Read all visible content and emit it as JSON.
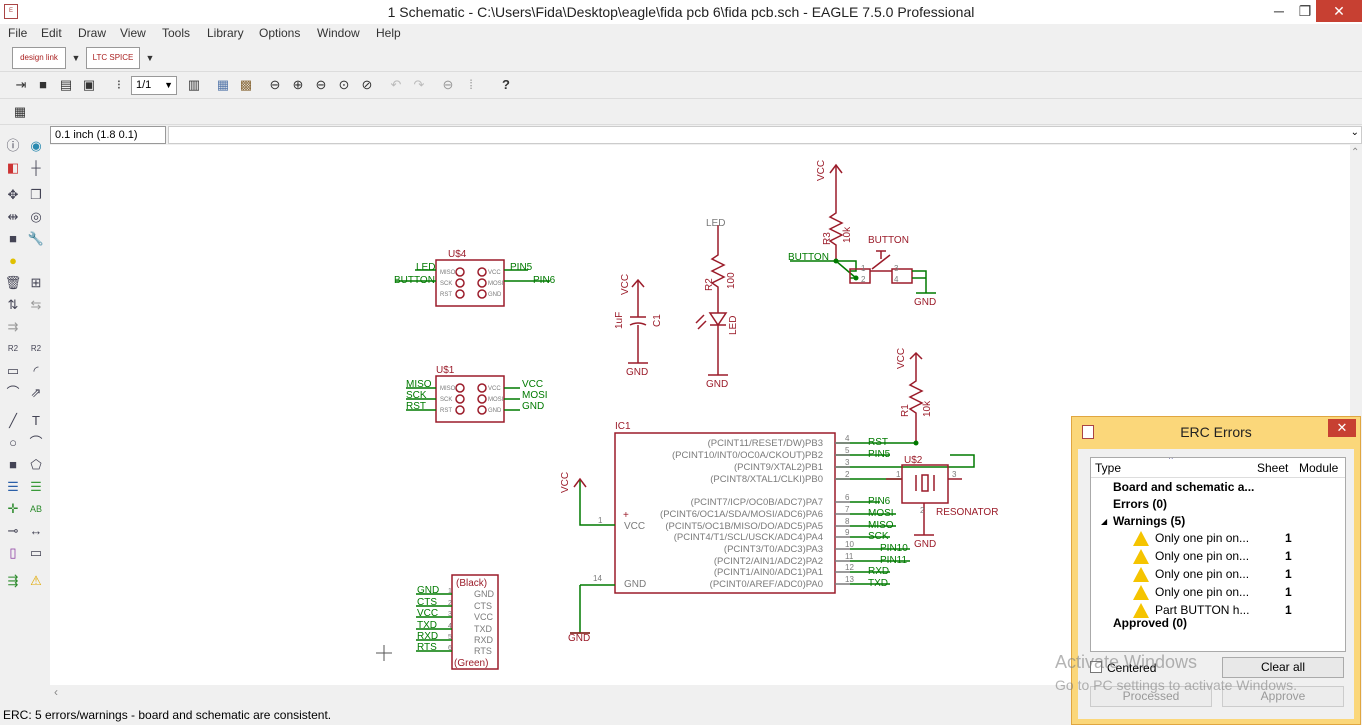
{
  "window": {
    "title": "1 Schematic - C:\\Users\\Fida\\Desktop\\eagle\\fida pcb 6\\fida pcb.sch - EAGLE 7.5.0 Professional",
    "minimize": "─",
    "maximize": "❐",
    "close": "✕"
  },
  "menu": [
    "File",
    "Edit",
    "Draw",
    "View",
    "Tools",
    "Library",
    "Options",
    "Window",
    "Help"
  ],
  "toolbar": {
    "designlink_label": "design link",
    "ltspice_label": "LTC SPICE",
    "zoom_value": "1/1"
  },
  "coord_display": "0.1 inch (1.8 0.1)",
  "status_text": "ERC: 5 errors/warnings - board and schematic are consistent.",
  "schematic": {
    "u4": {
      "name": "U$4",
      "pins_left": [
        "LED",
        "BUTTON"
      ],
      "pins_right": [
        "PIN5",
        "PIN6"
      ],
      "inner_left": [
        "MISO",
        "SCK",
        "RST"
      ],
      "inner_right": [
        "VCC",
        "MOSI",
        "GND"
      ]
    },
    "u1": {
      "name": "U$1",
      "pins_left": [
        "MISO",
        "SCK",
        "RST"
      ],
      "pins_right": [
        "VCC",
        "MOSI",
        "GND"
      ],
      "inner_left": [
        "MISO",
        "SCK",
        "RST"
      ],
      "inner_right": [
        "VCC",
        "MOSI",
        "GND"
      ]
    },
    "cap": {
      "vcc": "VCC",
      "value": "1uF",
      "name": "C1",
      "gnd": "GND"
    },
    "led": {
      "top": "LED",
      "r_name": "R2",
      "r_value": "100",
      "name": "LED",
      "gnd": "GND"
    },
    "button": {
      "vcc": "VCC",
      "r_name": "R3",
      "r_value": "10k",
      "net": "BUTTON",
      "label": "BUTTON",
      "gnd": "GND",
      "pins": [
        "1",
        "2",
        "3",
        "4"
      ]
    },
    "res": {
      "vcc": "VCC",
      "r_name": "R1",
      "r_value": "10k"
    },
    "resonator": {
      "name": "U$2",
      "label": "RESONATOR",
      "gnd": "GND",
      "pins": [
        "1",
        "2",
        "3"
      ]
    },
    "ic": {
      "name": "IC1",
      "vcc": "VCC",
      "gnd": "GND",
      "vcc_pin": "1",
      "gnd_pin": "14",
      "vcc_label": "VCC",
      "gnd_label": "GND",
      "plus": "+",
      "pins": [
        {
          "label": "(PCINT11/RESET/DW)PB3",
          "num": "4",
          "net": "RST"
        },
        {
          "label": "(PCINT10/INT0/OC0A/CKOUT)PB2",
          "num": "5",
          "net": "PIN5"
        },
        {
          "label": "(PCINT9/XTAL2)PB1",
          "num": "3",
          "net": ""
        },
        {
          "label": "(PCINT8/XTAL1/CLKI)PB0",
          "num": "2",
          "net": ""
        },
        {
          "label": "(PCINT7/ICP/OC0B/ADC7)PA7",
          "num": "6",
          "net": "PIN6"
        },
        {
          "label": "(PCINT6/OC1A/SDA/MOSI/ADC6)PA6",
          "num": "7",
          "net": "MOSI"
        },
        {
          "label": "(PCINT5/OC1B/MISO/DO/ADC5)PA5",
          "num": "8",
          "net": "MISO"
        },
        {
          "label": "(PCINT4/T1/SCL/USCK/ADC4)PA4",
          "num": "9",
          "net": "SCK"
        },
        {
          "label": "(PCINT3/T0/ADC3)PA3",
          "num": "10",
          "net": "PIN10"
        },
        {
          "label": "(PCINT2/AIN1/ADC2)PA2",
          "num": "11",
          "net": "PIN11"
        },
        {
          "label": "(PCINT1/AIN0/ADC1)PA1",
          "num": "12",
          "net": "RXD"
        },
        {
          "label": "(PCINT0/AREF/ADC0)PA0",
          "num": "13",
          "net": "TXD"
        }
      ]
    },
    "ftdi": {
      "top": "(Black)",
      "bottom": "(Green)",
      "nets": [
        "GND",
        "CTS",
        "VCC",
        "TXD",
        "RXD",
        "RTS"
      ],
      "inner": [
        "GND",
        "CTS",
        "VCC",
        "TXD",
        "RXD",
        "RTS"
      ],
      "nums": [
        "1",
        "2",
        "3",
        "4",
        "5",
        "6"
      ]
    }
  },
  "erc": {
    "title": "ERC Errors",
    "close": "✕",
    "columns": {
      "type": "Type",
      "sheet": "Sheet",
      "module": "Module"
    },
    "summary": "Board and schematic a...",
    "errors": "Errors (0)",
    "warnings": "Warnings (5)",
    "warning_items": [
      {
        "text": "Only one pin on...",
        "sheet": "1"
      },
      {
        "text": "Only one pin on...",
        "sheet": "1"
      },
      {
        "text": "Only one pin on...",
        "sheet": "1"
      },
      {
        "text": "Only one pin on...",
        "sheet": "1"
      },
      {
        "text": "Part BUTTON h...",
        "sheet": "1"
      }
    ],
    "approved": "Approved (0)",
    "centered_label": "Centered",
    "clear_all": "Clear all",
    "processed": "Processed",
    "approve": "Approve"
  },
  "watermark": {
    "line1": "Activate Windows",
    "line2": "Go to PC settings to activate Windows."
  },
  "colors": {
    "part": "#9b1c2a",
    "net": "#007a00",
    "pin": "#7a7a7a",
    "dialog": "#fbd77a"
  }
}
